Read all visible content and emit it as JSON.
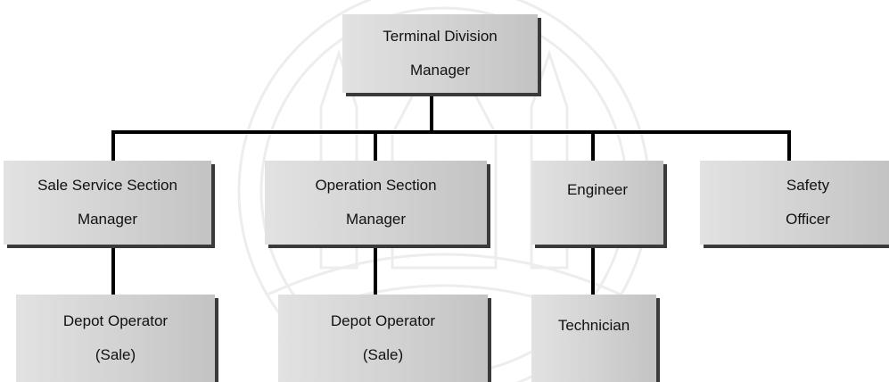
{
  "org_chart": {
    "top": {
      "line1": "Terminal Division",
      "line2": "Manager"
    },
    "level2": [
      {
        "line1": "Sale Service Section",
        "line2": "Manager"
      },
      {
        "line1": "Operation Section",
        "line2": "Manager"
      },
      {
        "line1": "Engineer",
        "line2": ""
      },
      {
        "line1": "Safety",
        "line2": "Officer"
      }
    ],
    "level3": [
      {
        "line1": "Depot Operator",
        "line2": "(Sale)"
      },
      {
        "line1": "Depot Operator",
        "line2": "(Sale)"
      },
      {
        "line1": "Technician",
        "line2": ""
      }
    ]
  },
  "colors": {
    "box_fill_light": "#e2e2e2",
    "box_fill_dark": "#c3c3c3",
    "box_shadow": "#3a3a3a",
    "connector": "#000000",
    "text": "#111111"
  }
}
